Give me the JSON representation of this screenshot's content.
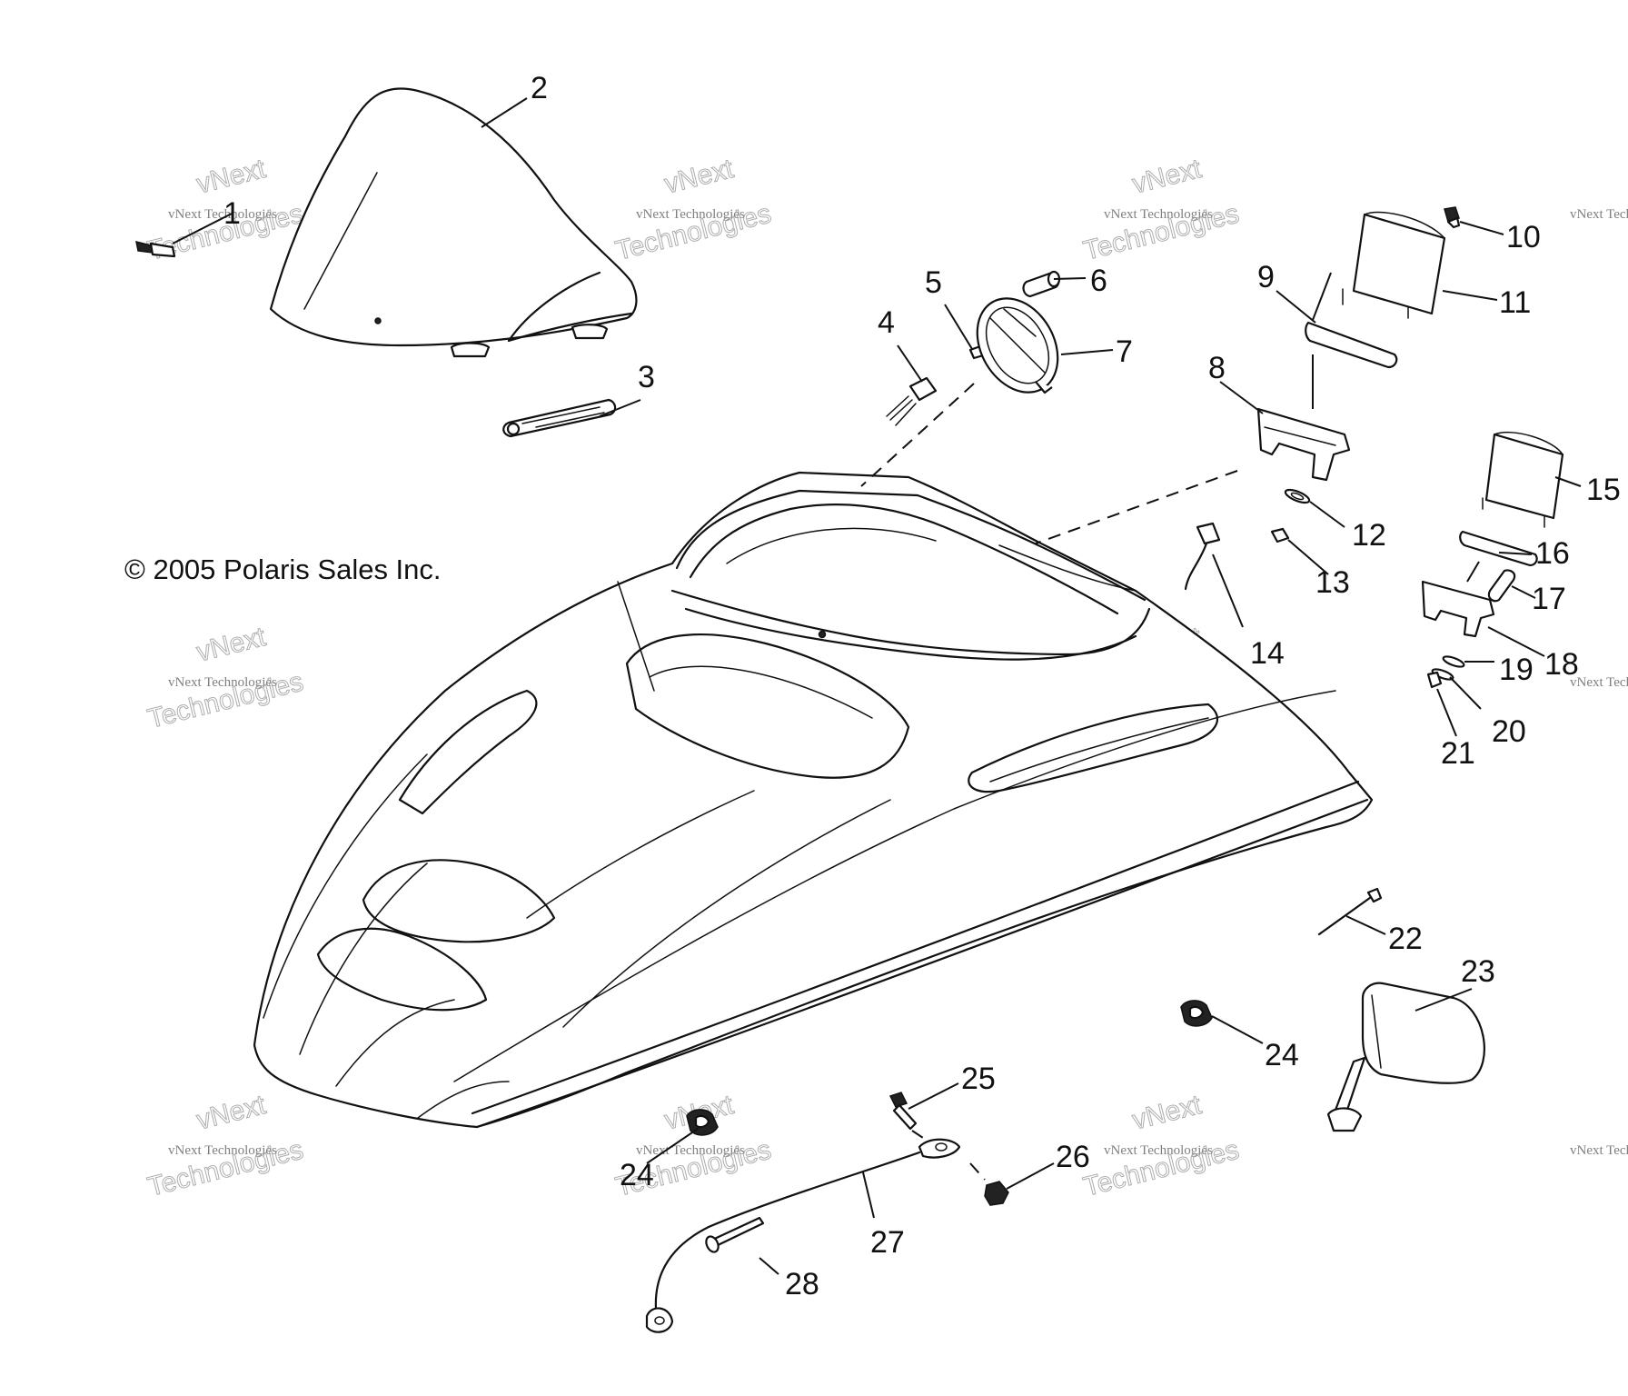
{
  "copyright": "© 2005 Polaris Sales Inc.",
  "watermark": {
    "line1": "vNext",
    "line2": "vNext Technologies",
    "line3": "Technologies"
  },
  "callouts": [
    "1",
    "2",
    "3",
    "4",
    "5",
    "6",
    "7",
    "8",
    "9",
    "10",
    "11",
    "12",
    "13",
    "14",
    "15",
    "16",
    "17",
    "18",
    "19",
    "20",
    "21",
    "22",
    "23",
    "24",
    "24",
    "25",
    "26",
    "27",
    "28"
  ]
}
